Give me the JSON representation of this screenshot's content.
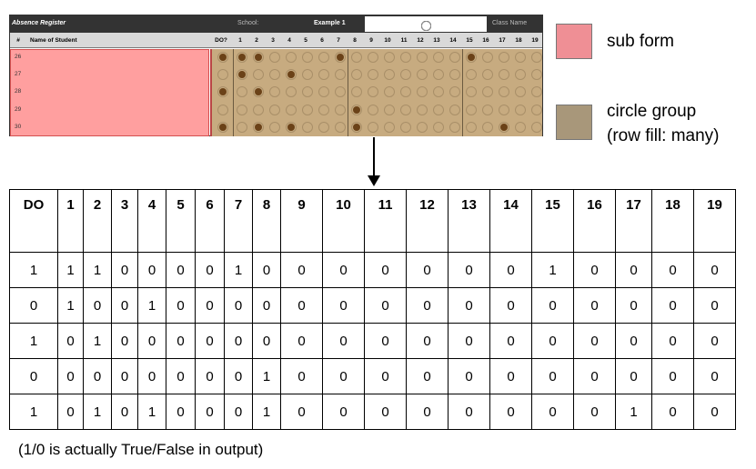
{
  "form": {
    "app_title": "Absence Register",
    "school_label": "School:",
    "school_value": "Example 1",
    "class_label": "Class Name",
    "legend_dots": [
      false,
      false,
      true,
      true,
      true,
      true,
      false
    ],
    "col_num": "#",
    "col_name": "Name of Student",
    "col_do": "DO?",
    "day_numbers": [
      "1",
      "2",
      "3",
      "4",
      "5",
      "6",
      "7",
      "8",
      "9",
      "10",
      "11",
      "12",
      "13",
      "14",
      "15",
      "16",
      "17",
      "18",
      "19"
    ],
    "rows": [
      {
        "num": "26",
        "do": true,
        "days": [
          1,
          1,
          0,
          0,
          0,
          0,
          1,
          0,
          0,
          0,
          0,
          0,
          0,
          0,
          1,
          0,
          0,
          0,
          0
        ]
      },
      {
        "num": "27",
        "do": false,
        "days": [
          1,
          0,
          0,
          1,
          0,
          0,
          0,
          0,
          0,
          0,
          0,
          0,
          0,
          0,
          0,
          0,
          0,
          0,
          0
        ]
      },
      {
        "num": "28",
        "do": true,
        "days": [
          0,
          1,
          0,
          0,
          0,
          0,
          0,
          0,
          0,
          0,
          0,
          0,
          0,
          0,
          0,
          0,
          0,
          0,
          0
        ]
      },
      {
        "num": "29",
        "do": false,
        "days": [
          0,
          0,
          0,
          0,
          0,
          0,
          0,
          1,
          0,
          0,
          0,
          0,
          0,
          0,
          0,
          0,
          0,
          0,
          0
        ]
      },
      {
        "num": "30",
        "do": true,
        "days": [
          0,
          1,
          0,
          1,
          0,
          0,
          0,
          1,
          0,
          0,
          0,
          0,
          0,
          0,
          0,
          0,
          1,
          0,
          0
        ]
      }
    ]
  },
  "legend": {
    "subform_label": "sub form",
    "subform_color": "#ef8f95",
    "group_label_line1": "circle group",
    "group_label_line2": "(row fill: many)",
    "group_color": "#a8977a"
  },
  "output_table": {
    "headers": [
      "DO",
      "1",
      "2",
      "3",
      "4",
      "5",
      "6",
      "7",
      "8",
      "9",
      "10",
      "11",
      "12",
      "13",
      "14",
      "15",
      "16",
      "17",
      "18",
      "19"
    ],
    "rows": [
      [
        "1",
        "1",
        "1",
        "0",
        "0",
        "0",
        "0",
        "1",
        "0",
        "0",
        "0",
        "0",
        "0",
        "0",
        "0",
        "1",
        "0",
        "0",
        "0",
        "0"
      ],
      [
        "0",
        "1",
        "0",
        "0",
        "1",
        "0",
        "0",
        "0",
        "0",
        "0",
        "0",
        "0",
        "0",
        "0",
        "0",
        "0",
        "0",
        "0",
        "0",
        "0"
      ],
      [
        "1",
        "0",
        "1",
        "0",
        "0",
        "0",
        "0",
        "0",
        "0",
        "0",
        "0",
        "0",
        "0",
        "0",
        "0",
        "0",
        "0",
        "0",
        "0",
        "0"
      ],
      [
        "0",
        "0",
        "0",
        "0",
        "0",
        "0",
        "0",
        "0",
        "1",
        "0",
        "0",
        "0",
        "0",
        "0",
        "0",
        "0",
        "0",
        "0",
        "0",
        "0"
      ],
      [
        "1",
        "0",
        "1",
        "0",
        "1",
        "0",
        "0",
        "0",
        "1",
        "0",
        "0",
        "0",
        "0",
        "0",
        "0",
        "0",
        "0",
        "1",
        "0",
        "0"
      ]
    ]
  },
  "footnote": "(1/0 is actually True/False in output)"
}
